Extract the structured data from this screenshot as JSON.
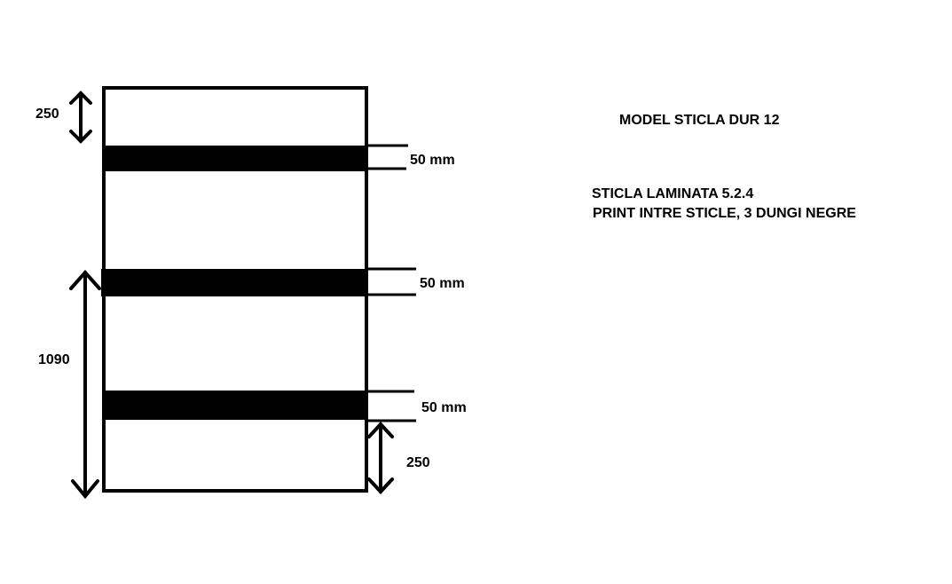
{
  "title": "MODEL STICLA DUR 12",
  "notes": [
    "STICLA LAMINATA 5.2.4",
    "PRINT INTRE STICLE, 3 DUNGI  NEGRE"
  ],
  "dimensions": {
    "top_margin": "250",
    "total_height": "1090",
    "bottom_margin": "250",
    "stripe_1": "50 mm",
    "stripe_2": "50 mm",
    "stripe_3": "50 mm"
  },
  "colors": {
    "ink": "#000000",
    "background": "#ffffff"
  }
}
